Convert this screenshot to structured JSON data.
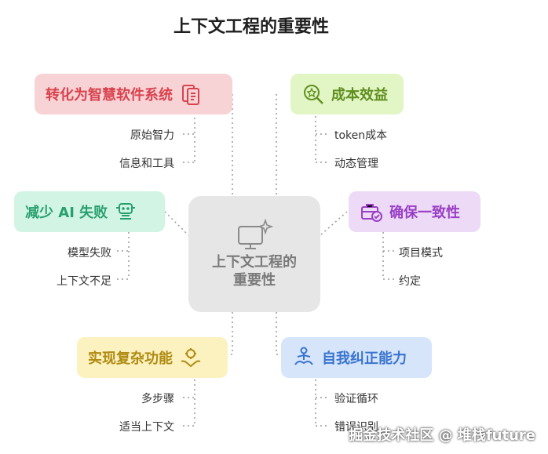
{
  "title": "上下文工程的重要性",
  "center": {
    "label": "上下文工程的重要性"
  },
  "nodes": {
    "transform": {
      "label": "转化为智慧软件系统",
      "color": "#f8d3d6",
      "text_color": "#d9434e",
      "items": [
        "原始智力",
        "信息和工具"
      ]
    },
    "cost": {
      "label": "成本效益",
      "color": "#e2f5c4",
      "text_color": "#5f8f20",
      "items": [
        "token成本",
        "动态管理"
      ]
    },
    "reduce": {
      "label": "减少 AI 失败",
      "color": "#d2f4e4",
      "text_color": "#28a06e",
      "items": [
        "模型失败",
        "上下文不足"
      ]
    },
    "consistency": {
      "label": "确保一致性",
      "color": "#ecdaf7",
      "text_color": "#9a3fc4",
      "items": [
        "项目模式",
        "约定"
      ]
    },
    "complex": {
      "label": "实现复杂功能",
      "color": "#fbf2c0",
      "text_color": "#b08b12",
      "items": [
        "多步骤",
        "适当上下文"
      ]
    },
    "self": {
      "label": "自我纠正能力",
      "color": "#d6e5fa",
      "text_color": "#3a74cf",
      "items": [
        "验证循环",
        "错误识别"
      ]
    }
  },
  "watermark": "掘金技术社区 @ 堆栈future"
}
